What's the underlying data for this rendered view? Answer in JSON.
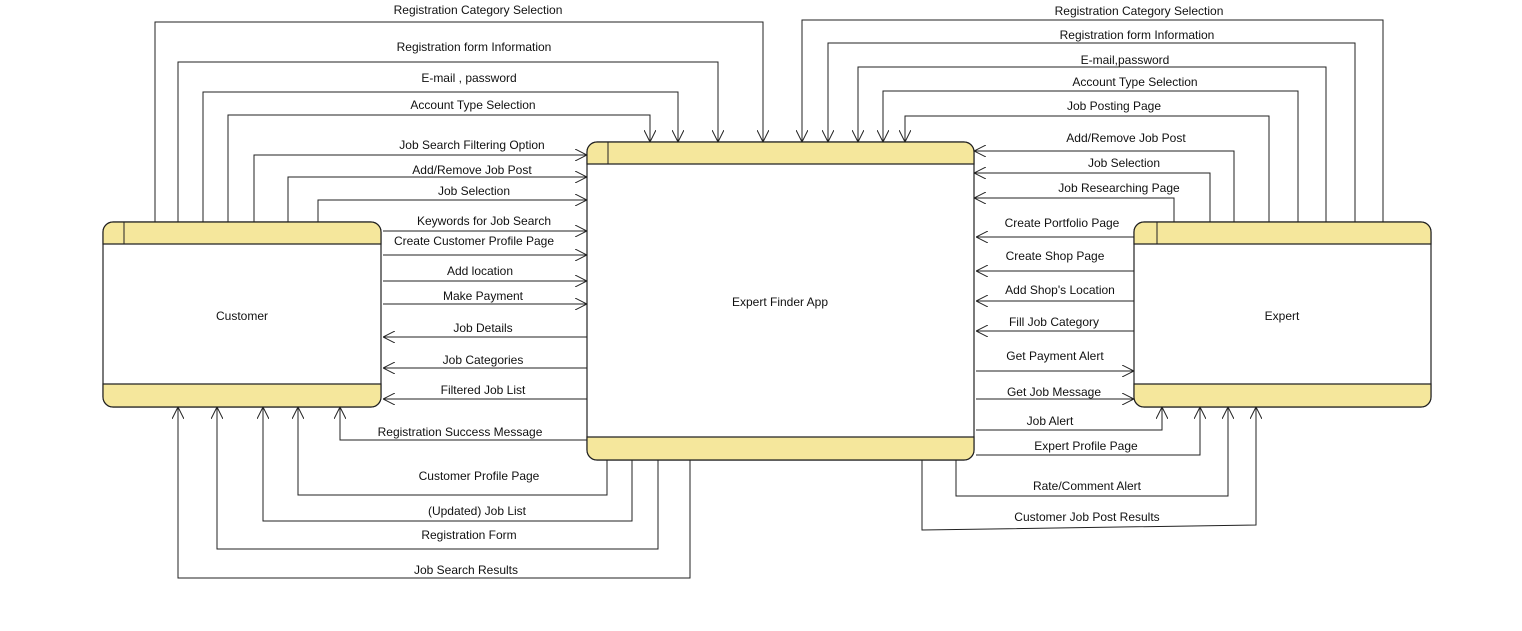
{
  "entities": {
    "customer": "Customer",
    "app": "Expert Finder App",
    "expert": "Expert"
  },
  "flows": {
    "c_reg_category": "Registration Category Selection",
    "c_reg_form_info": "Registration form Information",
    "c_email_password": "E-mail , password",
    "c_account_type": "Account Type Selection",
    "c_job_search_filter": "Job Search Filtering Option",
    "c_add_remove_job_post": "Add/Remove Job Post",
    "c_job_selection": "Job Selection",
    "c_keywords": "Keywords for Job Search",
    "c_create_profile_page": "Create Customer Profile Page",
    "c_add_location": "Add location",
    "c_make_payment": "Make Payment",
    "c_job_details": "Job Details",
    "c_job_categories": "Job Categories",
    "c_filtered_job_list": "Filtered Job List",
    "c_registration_success": "Registration Success Message",
    "c_customer_profile_page": "Customer Profile Page",
    "c_updated_job_list": "(Updated) Job List",
    "c_registration_form": "Registration Form",
    "c_job_search_results": "Job Search Results",
    "e_reg_category": "Registration Category Selection",
    "e_reg_form_info": "Registration form Information",
    "e_email_password": "E-mail,password",
    "e_account_type": "Account Type Selection",
    "e_job_posting_page": "Job Posting Page",
    "e_add_remove_job_post": "Add/Remove Job Post",
    "e_job_selection": "Job Selection",
    "e_job_researching_page": "Job Researching Page",
    "e_create_portfolio_page": "Create Portfolio Page",
    "e_create_shop_page": "Create Shop Page",
    "e_add_shop_location": "Add Shop's Location",
    "e_fill_job_category": "Fill Job Category",
    "e_get_payment_alert": "Get Payment Alert",
    "e_get_job_message": "Get Job Message",
    "e_job_alert": "Job Alert",
    "e_expert_profile_page": "Expert Profile Page",
    "e_rate_comment_alert": "Rate/Comment Alert",
    "e_customer_job_post_results": "Customer Job Post Results"
  },
  "colors": {
    "band": "#f5e79c",
    "stroke": "#222222"
  }
}
